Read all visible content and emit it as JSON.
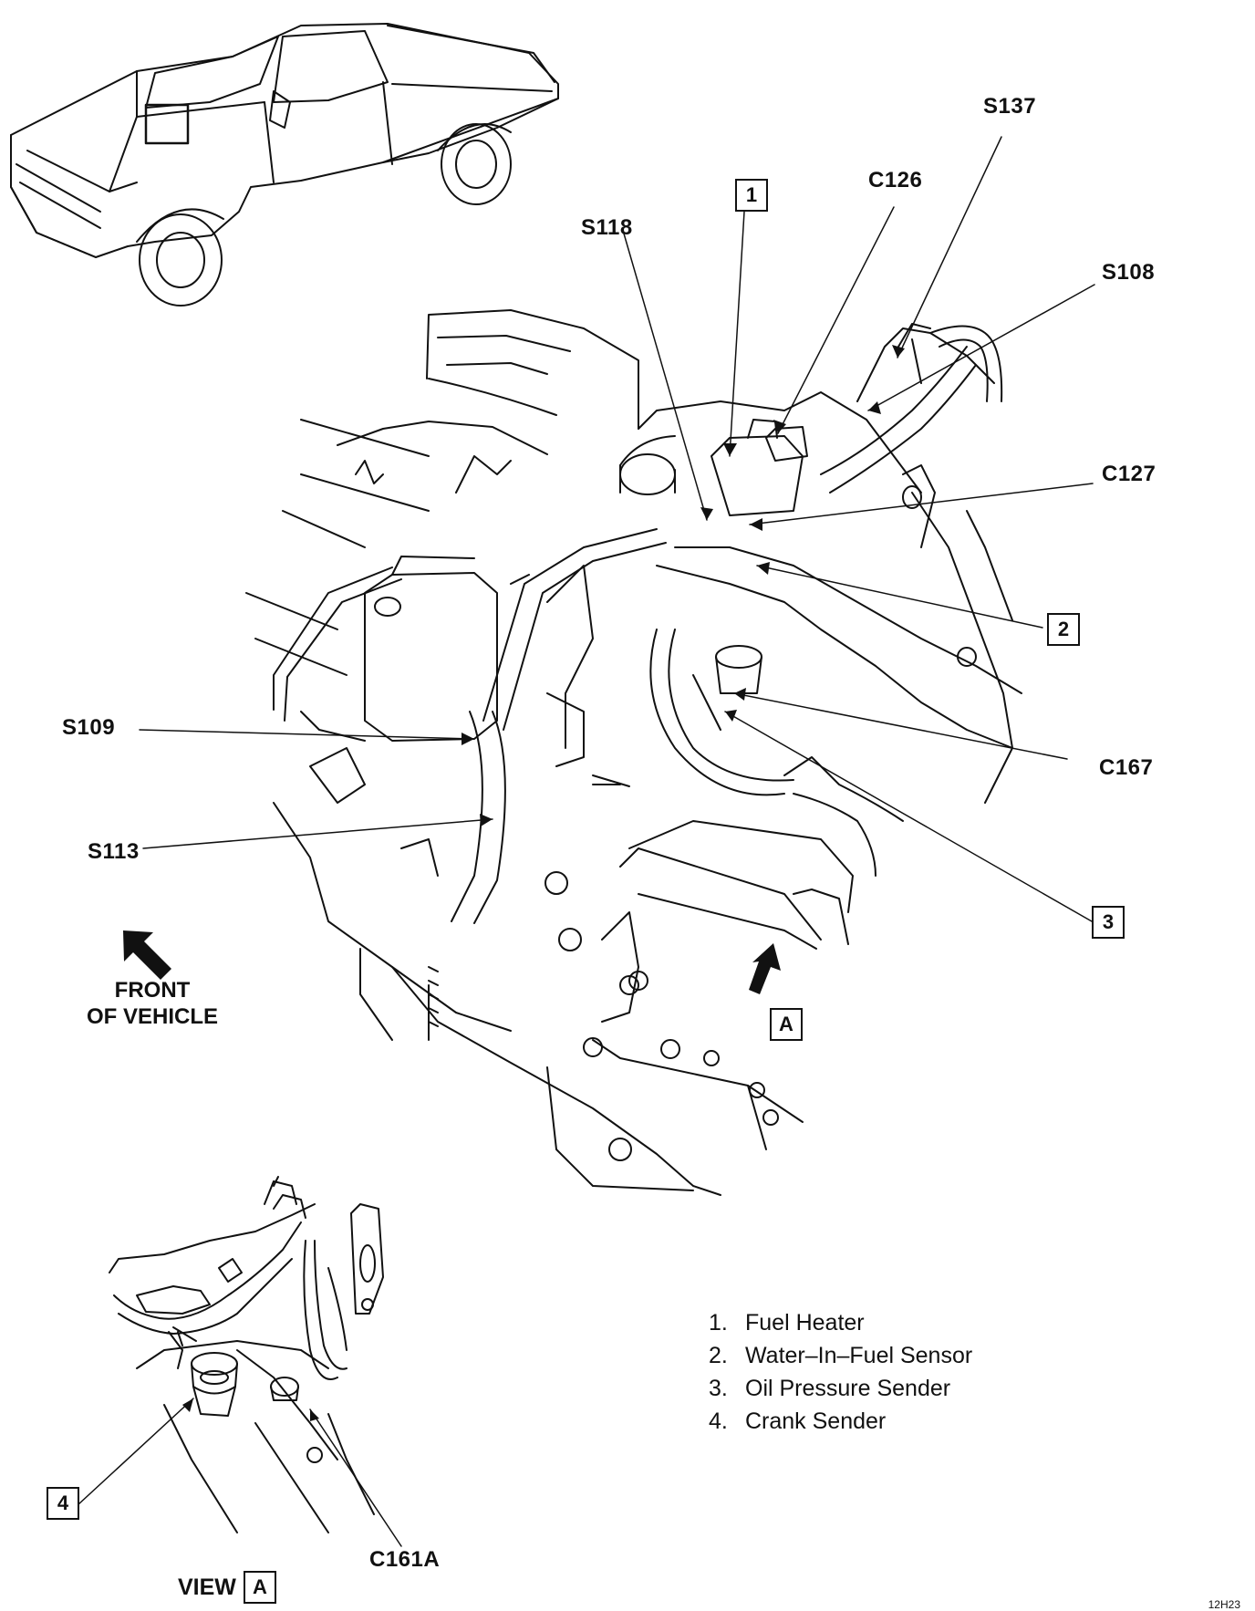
{
  "callouts": {
    "s137": "S137",
    "c126": "C126",
    "s118": "S118",
    "s108": "S108",
    "c127": "C127",
    "s109": "S109",
    "s113": "S113",
    "c167": "C167",
    "c161a": "C161A"
  },
  "boxes": {
    "b1": "1",
    "b2": "2",
    "b3": "3",
    "b4": "4",
    "a": "A"
  },
  "front": {
    "line1": "FRONT",
    "line2": "OF VEHICLE"
  },
  "legend": [
    {
      "num": "1.",
      "text": "Fuel Heater"
    },
    {
      "num": "2.",
      "text": "Water–In–Fuel Sensor"
    },
    {
      "num": "3.",
      "text": "Oil Pressure Sender"
    },
    {
      "num": "4.",
      "text": "Crank Sender"
    }
  ],
  "view": {
    "label": "VIEW",
    "box": "A"
  },
  "figure_code": "12H23"
}
